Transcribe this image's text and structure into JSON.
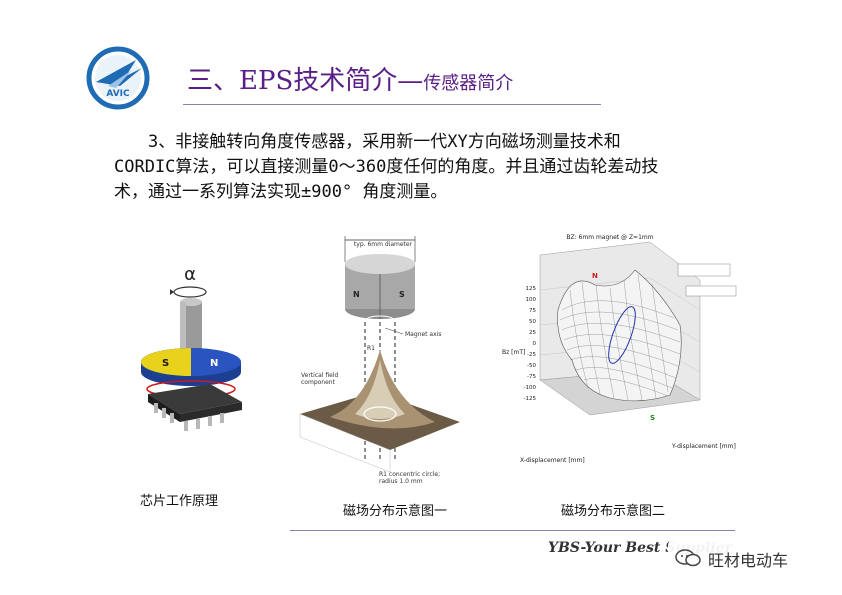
{
  "header": {
    "logo_text": "AVIC",
    "title_main": "三、EPS技术简介—",
    "title_sub": "传感器简介"
  },
  "body": {
    "paragraph_lines": [
      "3、非接触转向角度传感器，采用新一代XY方向磁场测量技术和",
      "CORDIC算法，可以直接测量0～360度任何的角度。并且通过齿轮差动技",
      "术，通过一系列算法实现±900° 角度测量。"
    ]
  },
  "figures": {
    "chip": {
      "caption": "芯片工作原理",
      "alpha_label": "α",
      "pole_labels": [
        "S",
        "N"
      ]
    },
    "magnet": {
      "caption": "磁场分布示意图一",
      "diameter_label": "typ. 6mm diameter",
      "pole_labels": [
        "N",
        "S"
      ],
      "axis_label": "Magnet axis",
      "r1_label": "R1",
      "vertical_label": [
        "Vertical field",
        "component"
      ],
      "circle_label": [
        "R1 concentric circle;",
        "radius 1.0 mm"
      ]
    },
    "plot3d": {
      "caption": "磁场分布示意图二",
      "title": "BZ: 6mm magnet @ Z=1mm",
      "z_label": "Bz [mT]",
      "z_ticks": [
        "125",
        "100",
        "75",
        "50",
        "25",
        "0",
        "-25",
        "-50",
        "-75",
        "-100",
        "-125"
      ],
      "x_label": "X-displacement [mm]",
      "y_label": "Y-displacement [mm]",
      "marker_n": "N",
      "marker_s": "S"
    }
  },
  "footer": {
    "slogan": "YBS-Your Best Supplier",
    "watermark": "旺材电动车"
  },
  "colors": {
    "title": "#5a1f86",
    "rule": "#8a7fb3",
    "logo_blue": "#1f6bb4"
  }
}
